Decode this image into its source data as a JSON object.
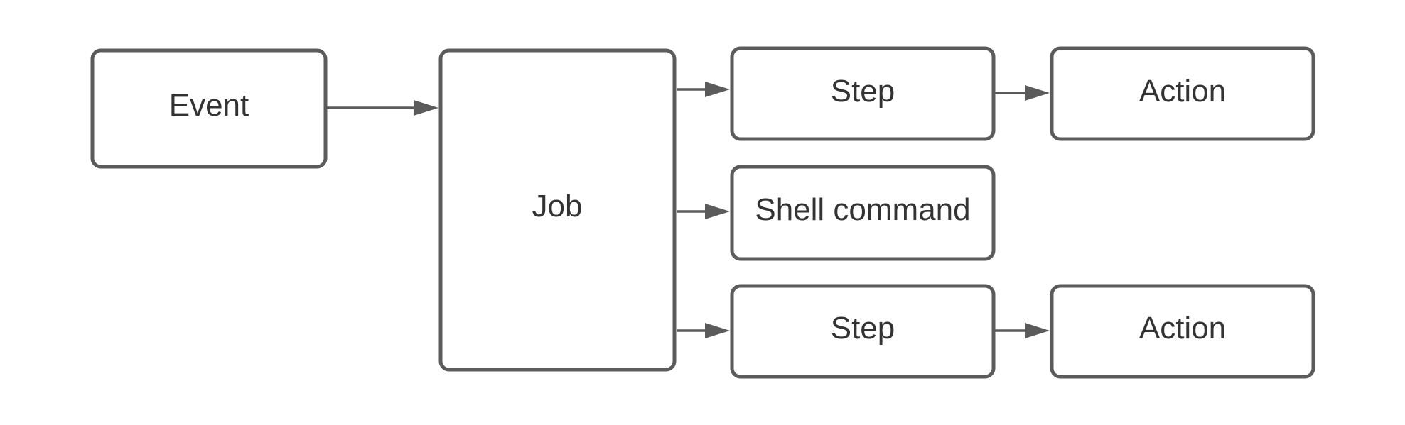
{
  "diagram": {
    "stroke_color": "#5b5b5b",
    "text_color": "#333333",
    "background": "#ffffff",
    "nodes": {
      "event": {
        "label": "Event"
      },
      "job": {
        "label": "Job"
      },
      "step_top": {
        "label": "Step"
      },
      "action_top": {
        "label": "Action"
      },
      "shell_command": {
        "label": "Shell command"
      },
      "step_bottom": {
        "label": "Step"
      },
      "action_bottom": {
        "label": "Action"
      }
    },
    "edges": [
      {
        "from": "event",
        "to": "job"
      },
      {
        "from": "job",
        "to": "step_top"
      },
      {
        "from": "step_top",
        "to": "action_top"
      },
      {
        "from": "job",
        "to": "shell_command"
      },
      {
        "from": "job",
        "to": "step_bottom"
      },
      {
        "from": "step_bottom",
        "to": "action_bottom"
      }
    ]
  }
}
